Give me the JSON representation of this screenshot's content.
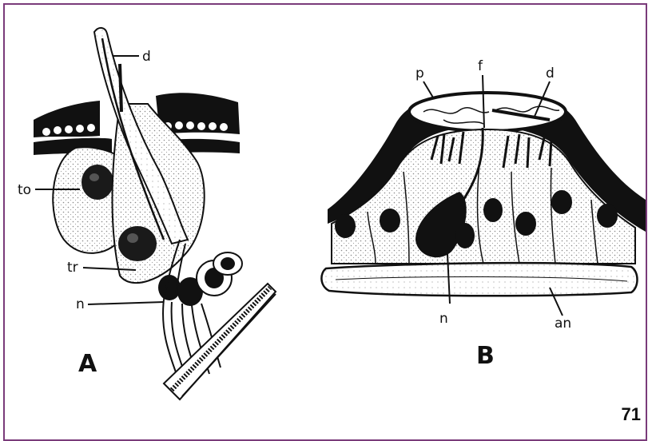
{
  "figure": {
    "panel_a": {
      "letter": "A",
      "labels": {
        "d": "d",
        "to": "to",
        "tr": "tr",
        "n": "n"
      }
    },
    "panel_b": {
      "letter": "B",
      "labels": {
        "p": "p",
        "f": "f",
        "d": "d",
        "n": "n",
        "an": "an"
      }
    },
    "page_number": "71"
  },
  "colors": {
    "border": "#7a3b7a",
    "ink": "#111111",
    "stipple": "#9a9a9a"
  }
}
